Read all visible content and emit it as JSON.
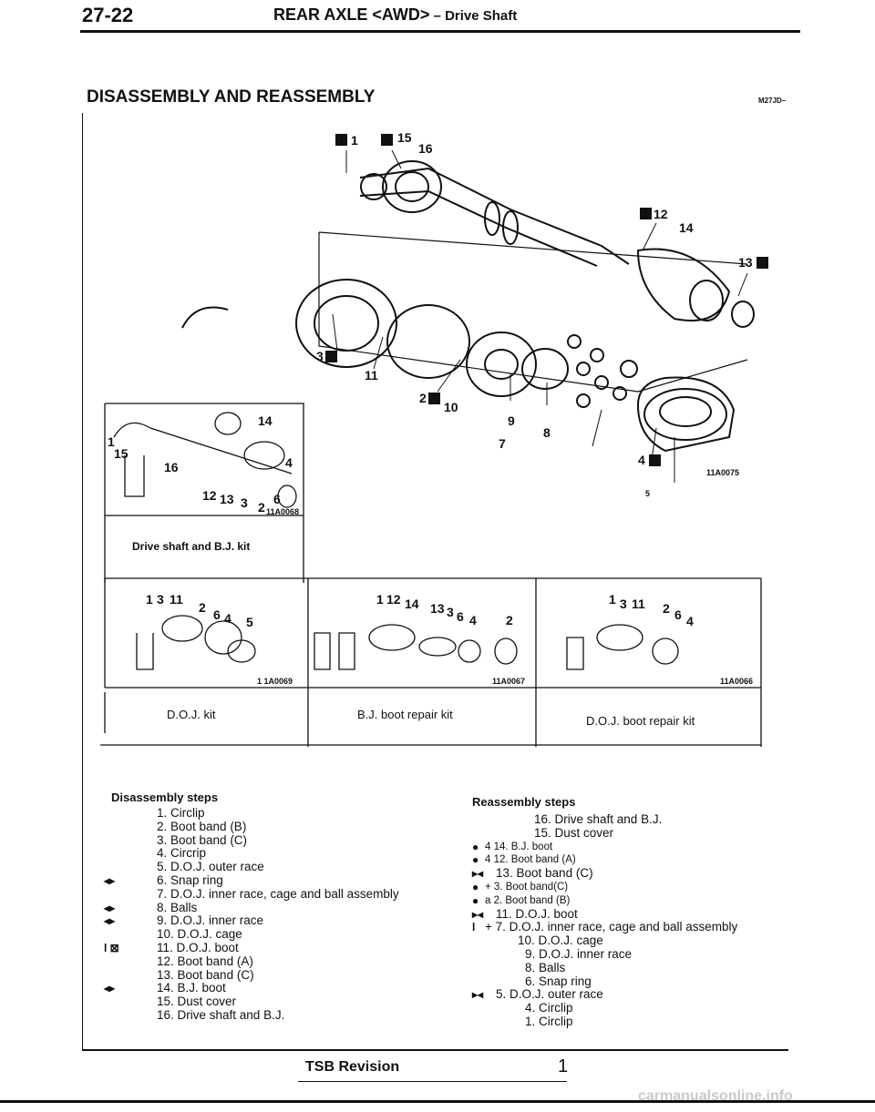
{
  "header": {
    "page_number": "27-22",
    "title": "REAR AXLE",
    "variant": "<AWD>",
    "dash": " – ",
    "subtitle": "Drive Shaft"
  },
  "section": {
    "title": "DISASSEMBLY AND REASSEMBLY",
    "code": "M27JD–"
  },
  "figure": {
    "main_callouts": [
      "1",
      "15",
      "16",
      "12",
      "14",
      "13",
      "3",
      "11",
      "2",
      "10",
      "9",
      "8",
      "7",
      "4",
      "5"
    ],
    "main_id": "11A0075",
    "inset_callouts": [
      "14",
      "1",
      "15",
      "16",
      "4",
      "12",
      "13",
      "3",
      "2",
      "6"
    ],
    "inset_id": "11A0068",
    "inset_caption": "Drive shaft and B.J. kit",
    "kit_left_callouts": [
      "1",
      "3",
      "11",
      "2",
      "6",
      "4",
      "5"
    ],
    "kit_left_id": "1 1A0069",
    "kit_mid_callouts": [
      "1",
      "12",
      "14",
      "13",
      "3",
      "6",
      "4",
      "2"
    ],
    "kit_mid_id": "11A0067",
    "kit_right_callouts": [
      "1",
      "3",
      "11",
      "2",
      "6",
      "4"
    ],
    "kit_right_id": "11A0066",
    "kit_labels": [
      "D.O.J. kit",
      "B.J. boot repair kit",
      "D.O.J. boot repair kit"
    ]
  },
  "disassembly": {
    "heading": "Disassembly steps",
    "steps": [
      {
        "mark": "",
        "text": "1. Circlip"
      },
      {
        "mark": "",
        "text": "2. Boot band (B)"
      },
      {
        "mark": "",
        "text": "3. Boot band (C)"
      },
      {
        "mark": "",
        "text": "4. Circrip"
      },
      {
        "mark": "",
        "text": "5. D.O.J. outer race"
      },
      {
        "mark": "◂▸",
        "text": "6. Snap ring"
      },
      {
        "mark": "",
        "text": "7. D.O.J. inner race, cage and ball assembly"
      },
      {
        "mark": "◂▸",
        "text": "8. Balls"
      },
      {
        "mark": "◂▸",
        "text": "9. D.O.J. inner race"
      },
      {
        "mark": "",
        "text": "10. D.O.J. cage"
      },
      {
        "mark": "l ⊠",
        "text": "11. D.O.J. boot"
      },
      {
        "mark": "",
        "text": "12. Boot band (A)"
      },
      {
        "mark": "",
        "text": "13. Boot band (C)"
      },
      {
        "mark": "◂▸",
        "text": "14. B.J. boot"
      },
      {
        "mark": "",
        "text": "15. Dust cover"
      },
      {
        "mark": "",
        "text": "16. Drive shaft and B.J."
      }
    ]
  },
  "reassembly": {
    "heading": "Reassembly steps",
    "steps": [
      {
        "mark": "",
        "text": "16. Drive shaft and B.J."
      },
      {
        "mark": "",
        "text": "15. Dust cover"
      },
      {
        "mark": "●",
        "text": "4 14. B.J. boot"
      },
      {
        "mark": "●",
        "text": "4 12. Boot band (A)"
      },
      {
        "mark": "▸◂",
        "text": "13. Boot band (C)"
      },
      {
        "mark": "●",
        "text": "+ 3. Boot band(C)"
      },
      {
        "mark": "●",
        "text": "a 2. Boot band (B)"
      },
      {
        "mark": "▸◂",
        "text": "11. D.O.J. boot"
      },
      {
        "mark": "l",
        "text": "+ 7. D.O.J. inner race, cage and ball assembly"
      },
      {
        "mark": "",
        "text": "10. D.O.J. cage"
      },
      {
        "mark": "",
        "text": "9. D.O.J. inner race"
      },
      {
        "mark": "",
        "text": "8. Balls"
      },
      {
        "mark": "",
        "text": "6. Snap ring"
      },
      {
        "mark": "▸◂",
        "text": "5. D.O.J. outer race"
      },
      {
        "mark": "",
        "text": "4. Circlip"
      },
      {
        "mark": "",
        "text": "1. Circlip"
      }
    ]
  },
  "footer": {
    "tsb": "TSB Revision",
    "mark": "1",
    "watermark": "carmanualsonline.info"
  }
}
